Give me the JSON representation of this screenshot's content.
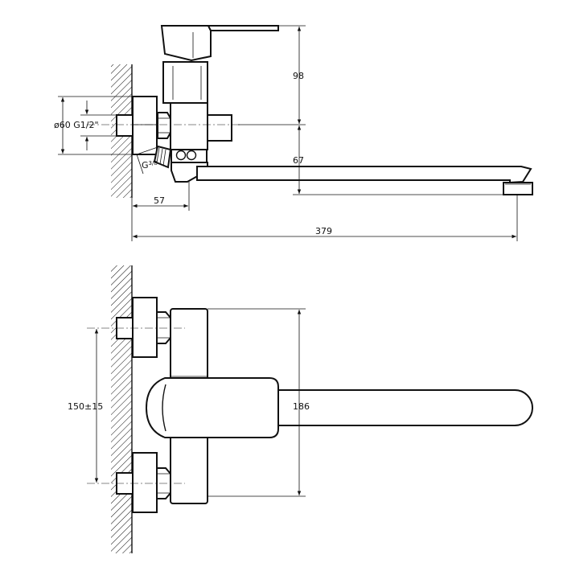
{
  "labels": {
    "connection": "ø60 G1/2\"",
    "g_thread": "G",
    "g_thread_sup": "3/8",
    "dim_98": "98",
    "dim_67": "67",
    "dim_57": "57",
    "dim_379": "379",
    "dim_150": "150±15",
    "dim_186": "186"
  },
  "colors": {
    "line": "#111111",
    "background": "#ffffff"
  }
}
